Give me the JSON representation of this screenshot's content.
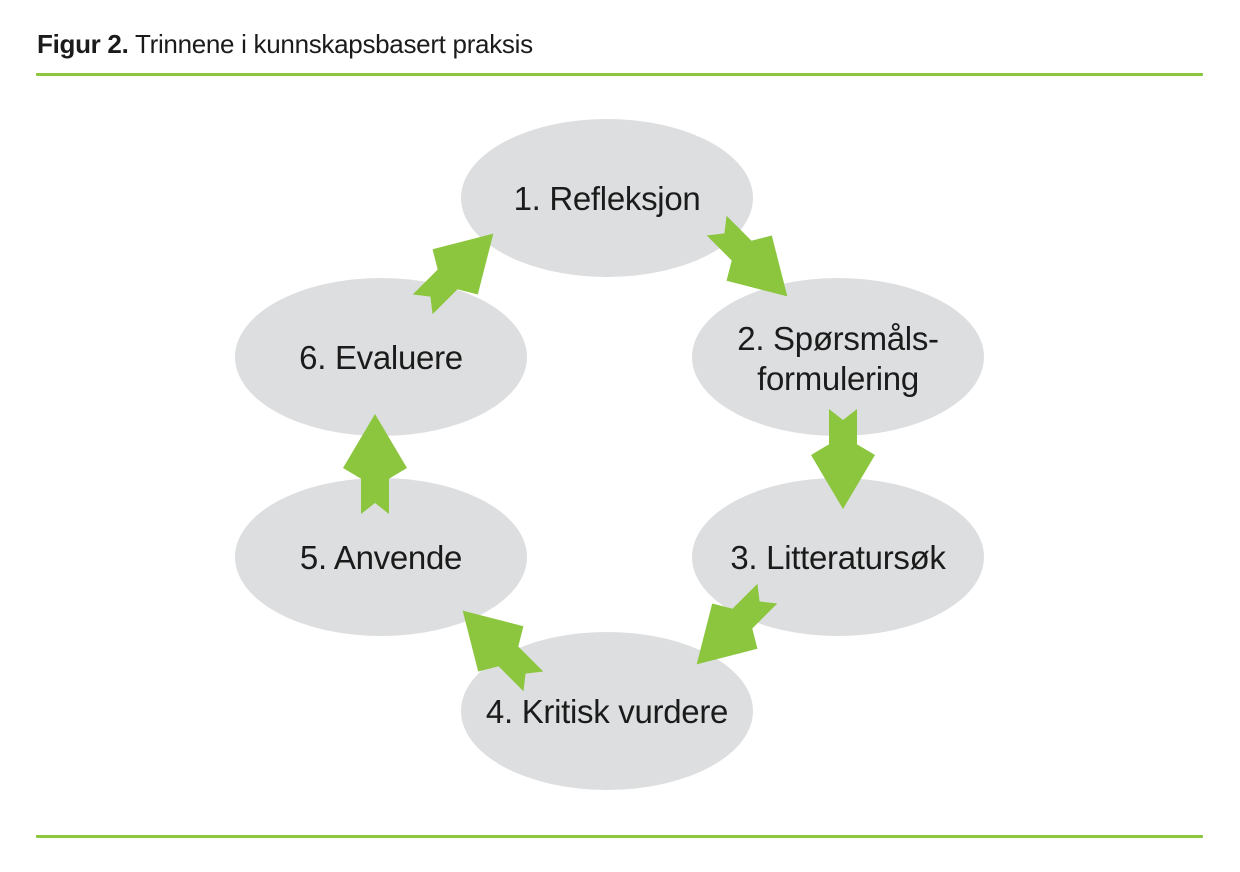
{
  "figure": {
    "label": "Figur 2.",
    "title": "Trinnene i kunnskapsbasert praksis"
  },
  "colors": {
    "accent_green": "#8CC63F",
    "rule_green": "#8CC63F",
    "ellipse_gray": "#DDDEDF",
    "text": "#1B1B1B"
  },
  "diagram": {
    "type": "cycle",
    "direction": "clockwise",
    "steps": [
      {
        "number": 1,
        "label": "1. Refleksjon",
        "lines": [
          "1. Refleksjon"
        ]
      },
      {
        "number": 2,
        "label": "2. Spørsmåls­formulering",
        "lines": [
          "2. Spørsmåls-",
          "formulering"
        ]
      },
      {
        "number": 3,
        "label": "3. Litteratursøk",
        "lines": [
          "3. Litteratursøk"
        ]
      },
      {
        "number": 4,
        "label": "4. Kritisk vurdere",
        "lines": [
          "4. Kritisk vurdere"
        ]
      },
      {
        "number": 5,
        "label": "5. Anvende",
        "lines": [
          "5. Anvende"
        ]
      },
      {
        "number": 6,
        "label": "6. Evaluere",
        "lines": [
          "6. Evaluere"
        ]
      }
    ],
    "arrows": [
      {
        "from": 1,
        "to": 2
      },
      {
        "from": 2,
        "to": 3
      },
      {
        "from": 3,
        "to": 4
      },
      {
        "from": 4,
        "to": 5
      },
      {
        "from": 5,
        "to": 6
      },
      {
        "from": 6,
        "to": 1
      }
    ]
  }
}
